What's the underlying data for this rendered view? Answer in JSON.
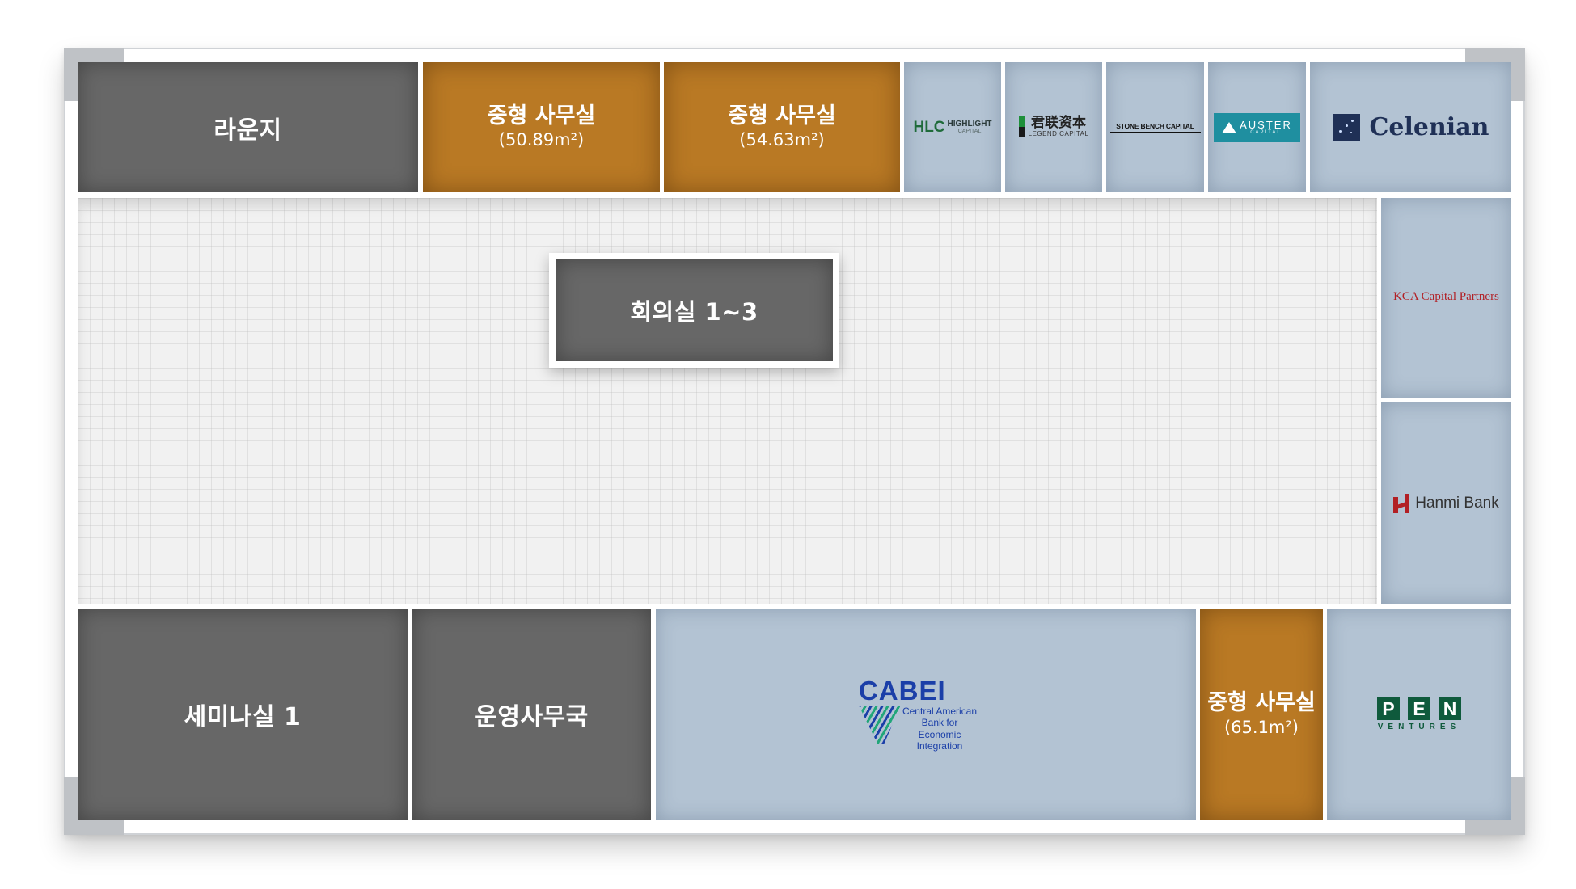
{
  "rooms": {
    "lounge": "라운지",
    "office_a": {
      "title": "중형 사무실",
      "area": "(50.89m²)"
    },
    "office_b": {
      "title": "중형 사무실",
      "area": "(54.63m²)"
    },
    "meeting": "회의실 1~3",
    "seminar": "세미나실 1",
    "operations": "운영사무국",
    "office_c": {
      "title": "중형 사무실",
      "area": "(65.1m²)"
    }
  },
  "tenants": {
    "hlc": {
      "mark": "HLC",
      "line1": "HIGHLIGHT",
      "line2": "CAPITAL"
    },
    "legend": {
      "cn": "君联资本",
      "en": "LEGEND CAPITAL"
    },
    "stonebench": "STONE BENCH CAPITAL",
    "auster": {
      "name": "AUSTER",
      "sub": "CAPITAL"
    },
    "celenian": "Celenian",
    "kca": "KCA Capital Partners",
    "hanmi": "Hanmi Bank",
    "cabei": {
      "name": "CABEI",
      "l1": "Central American",
      "l2": "Bank for",
      "l3": "Economic",
      "l4": "Integration"
    },
    "pen": {
      "letters": [
        "P",
        "E",
        "N"
      ],
      "sub": "VENTURES"
    }
  },
  "colors": {
    "dark_room": "#676767",
    "office_room": "#b97924",
    "tenant_room": "#b3c3d3",
    "hall": "#f1f1f1"
  }
}
